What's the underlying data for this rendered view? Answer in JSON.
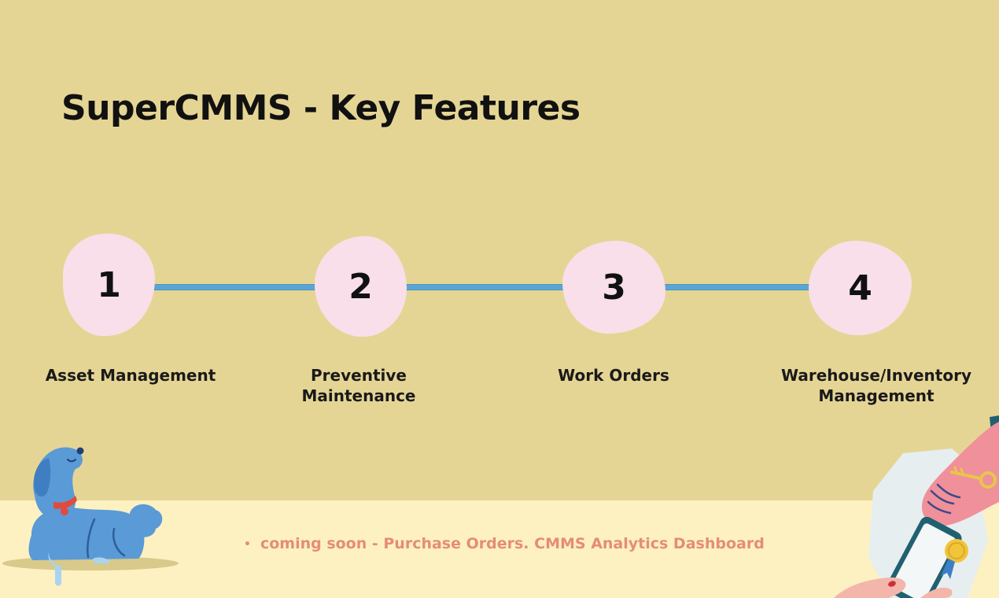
{
  "slide": {
    "title": "SuperCMMS - Key Features",
    "steps": [
      {
        "number": "1",
        "label_lines": [
          "Asset Management"
        ]
      },
      {
        "number": "2",
        "label_lines": [
          "Preventive",
          "Maintenance"
        ]
      },
      {
        "number": "3",
        "label_lines": [
          "Work Orders"
        ]
      },
      {
        "number": "4",
        "label_lines": [
          "Warehouse/Inventory",
          "Management"
        ]
      }
    ],
    "footnote": "coming soon - Purchase Orders. CMMS Analytics Dashboard"
  },
  "icons": [
    "dog-illustration",
    "hands-phone-illustration"
  ],
  "colors": {
    "background": "#E5D595",
    "floor": "#FDF1C2",
    "blob": "#F9DFEA",
    "connector": "#5BA5D2",
    "footnote": "#E58D73"
  }
}
